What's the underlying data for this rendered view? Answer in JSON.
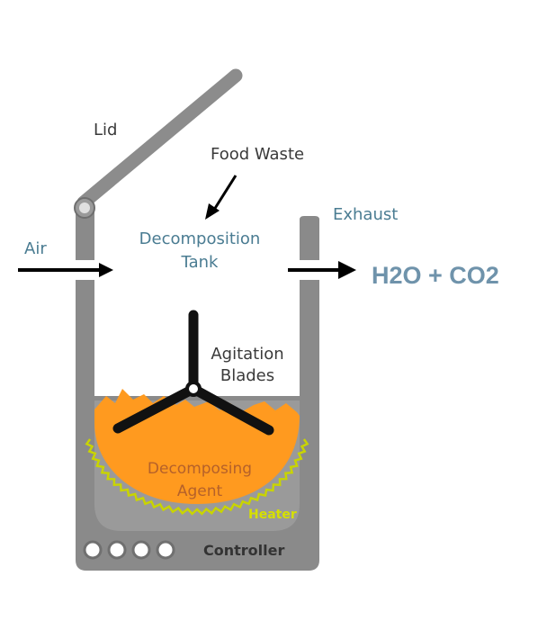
{
  "labels": {
    "lid": "Lid",
    "food_waste": "Food Waste",
    "exhaust": "Exhaust",
    "air": "Air",
    "tank_line1": "Decomposition",
    "tank_line2": "Tank",
    "formula": "H2O + CO2",
    "blades_line1": "Agitation",
    "blades_line2": "Blades",
    "agent_line1": "Decomposing",
    "agent_line2": "Agent",
    "heater": "Heater",
    "controller": "Controller"
  },
  "colors": {
    "tank_gray": "#8a8a8a",
    "lid_gray": "#8c8c8c",
    "agent_orange": "#ff9a1f",
    "agent_text": "#b5612a",
    "heater_yellow": "#c9d400",
    "label_blue": "#4a7c92",
    "label_dark": "#3a3a3a",
    "arrow": "#000000",
    "formula_blue": "#6f93ab"
  },
  "icons": [
    "lid-hinge-icon",
    "arrow-right-icon",
    "arrow-down-icon",
    "controller-knob-icon"
  ]
}
